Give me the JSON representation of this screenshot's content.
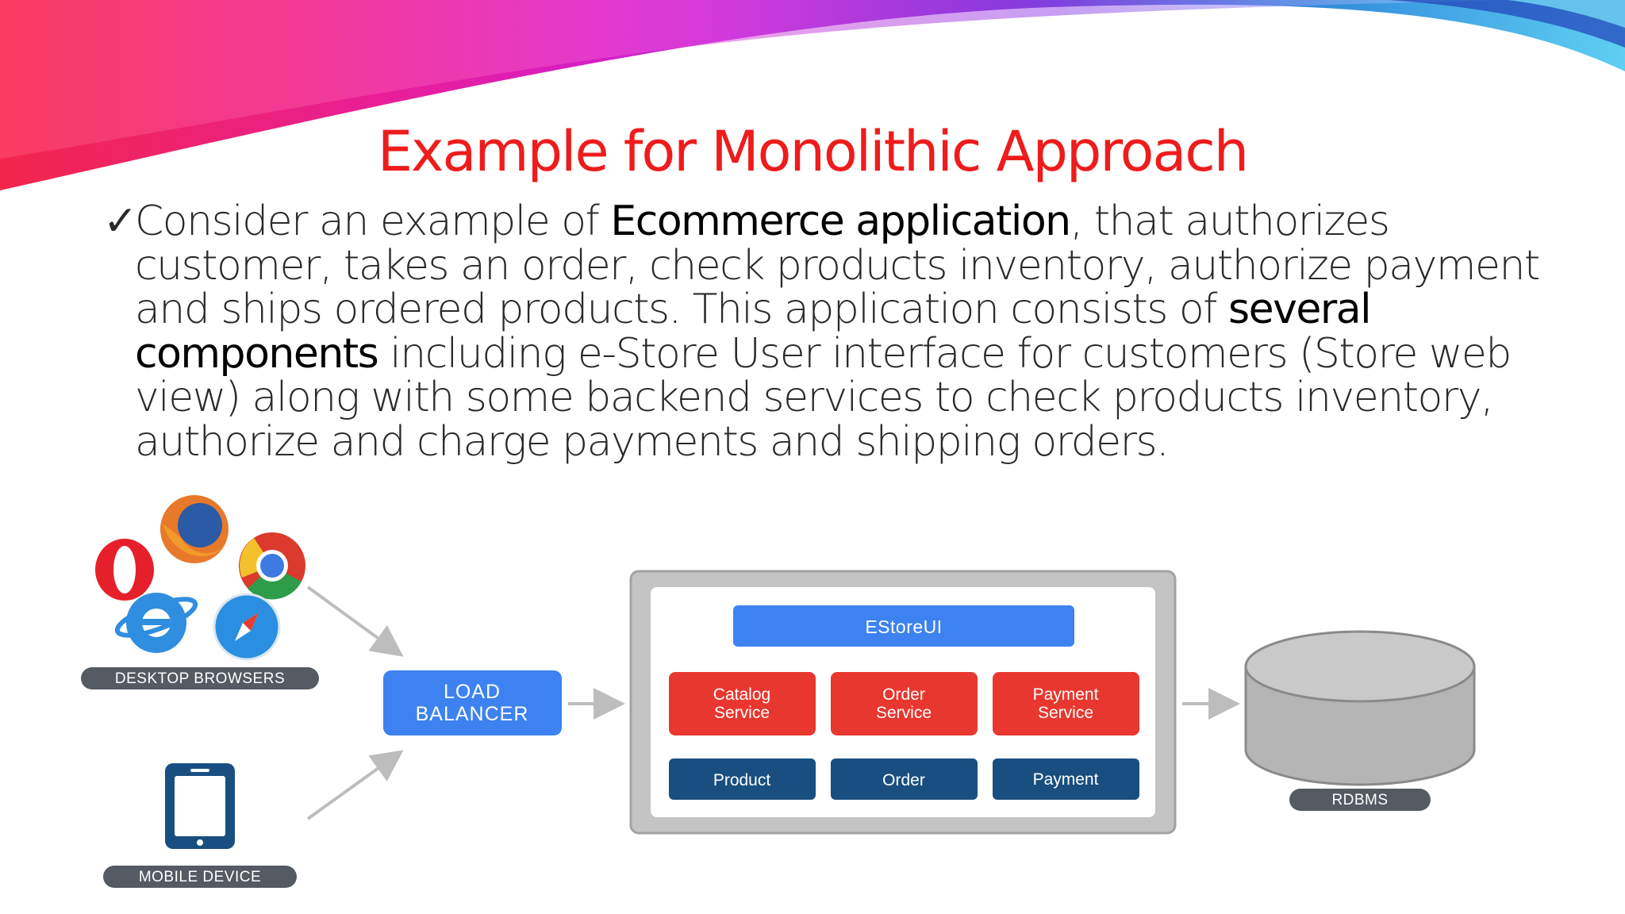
{
  "slide": {
    "title": "Example for Monolithic Approach",
    "bullet_marker": "✓",
    "paragraph": {
      "part1": "Consider an example of ",
      "bold1": "Ecommerce application",
      "part2": ", that authorizes customer, takes an order, check products inventory, authorize payment and ships ordered products. This application consists of ",
      "bold2": "several components",
      "part3": " including e-Store User interface for customers (Store web view) along with some backend services to check products inventory, authorize and charge payments and shipping orders."
    }
  },
  "diagram": {
    "desktop_label": "DESKTOP BROWSERS",
    "mobile_label": "MOBILE DEVICE",
    "load_balancer_line1": "LOAD",
    "load_balancer_line2": "BALANCER",
    "estore_ui": "EStoreUI",
    "services": [
      {
        "line1": "Catalog",
        "line2": "Service"
      },
      {
        "line1": "Order",
        "line2": "Service"
      },
      {
        "line1": "Payment",
        "line2": "Service"
      }
    ],
    "data_modules": [
      "Product",
      "Order",
      "Payment"
    ],
    "db_label": "RDBMS",
    "browser_icons": [
      "opera-icon",
      "firefox-icon",
      "chrome-icon",
      "internet-explorer-icon",
      "safari-icon"
    ],
    "colors": {
      "title": "#ee1c1c",
      "load_balancer": "#3d82f0",
      "estore_ui": "#3d82f0",
      "service": "#e8372f",
      "data_module": "#184f80",
      "label_pill": "#555a63",
      "container_border": "#a3a3a3",
      "database": "#b5b5b5"
    }
  }
}
